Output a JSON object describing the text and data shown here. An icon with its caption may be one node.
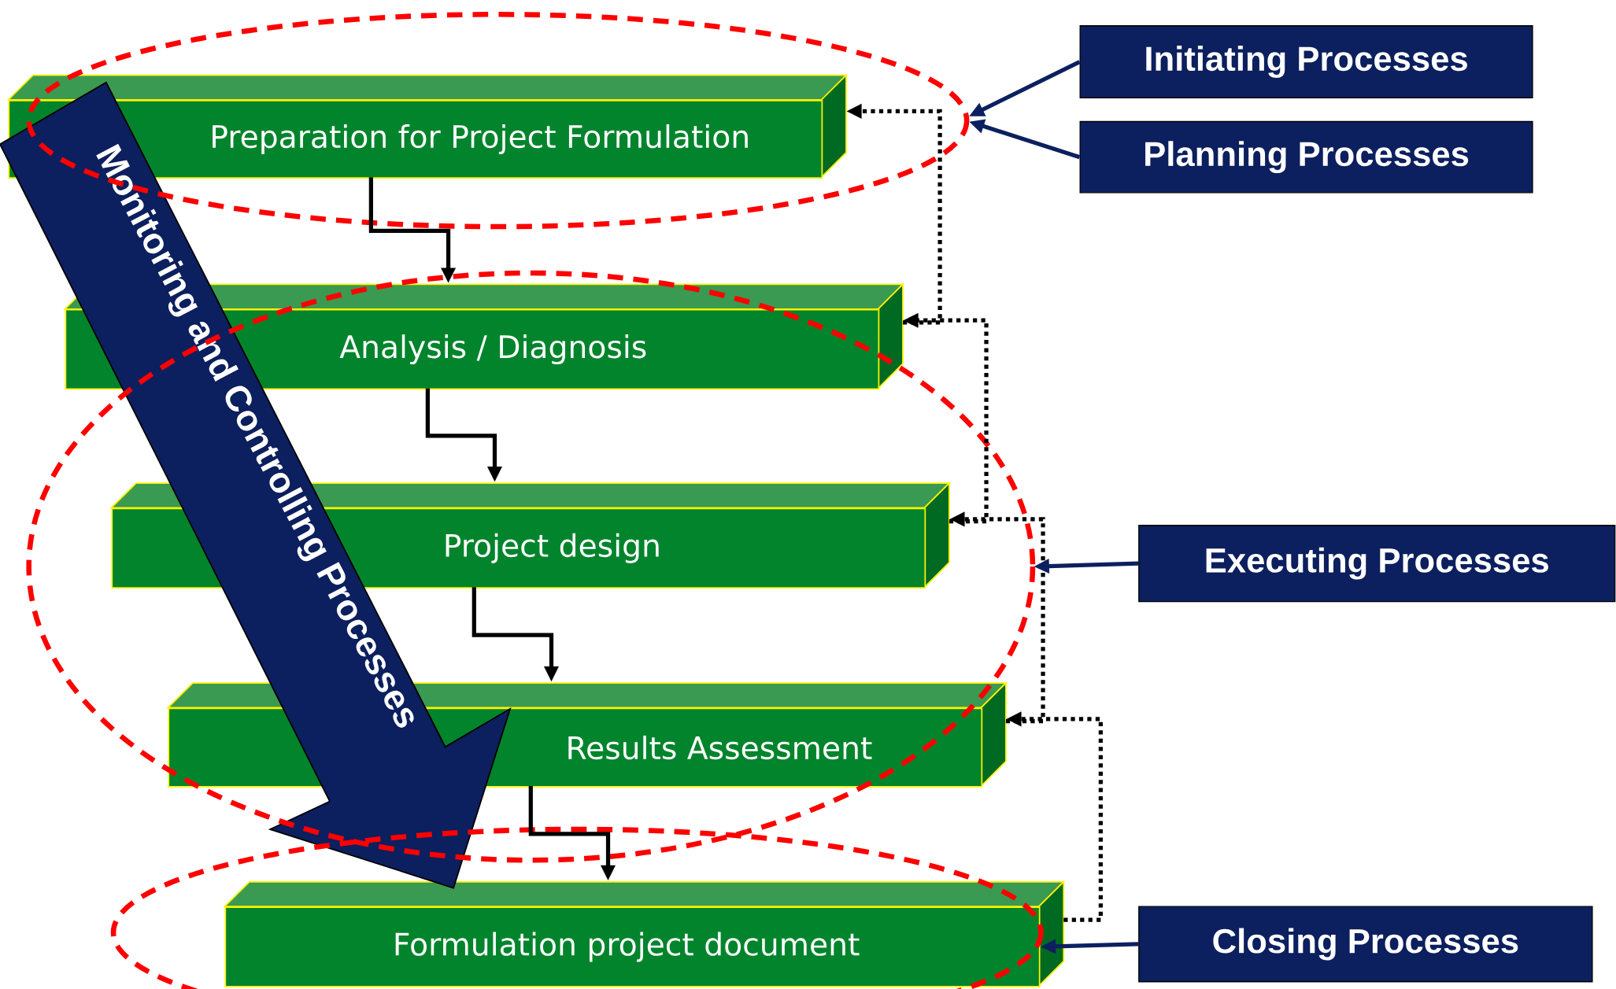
{
  "diagram": {
    "nodes": [
      {
        "text": [
          "Preparation for Project Formulation"
        ]
      },
      {
        "text": [
          "Analysis / Diagnosis"
        ]
      },
      {
        "text": [
          "Project design"
        ]
      },
      {
        "text": [
          "Results Assessment"
        ]
      },
      {
        "text": [
          "Formulation project document"
        ]
      },
      {
        "text": [
          "Monitoring and Controlling Processes"
        ]
      },
      {
        "text": [
          "Initiating Processes"
        ]
      },
      {
        "text": [
          "Planning Processes"
        ]
      },
      {
        "text": [
          "Executing Processes"
        ]
      },
      {
        "text": [
          "Closing Processes"
        ]
      }
    ],
    "edges": [
      {
        "from": 0,
        "to": 1,
        "arrow": "to"
      },
      {
        "from": 1,
        "to": 2,
        "arrow": "to"
      },
      {
        "from": 2,
        "to": 3,
        "arrow": "to"
      },
      {
        "from": 3,
        "to": 4,
        "arrow": "to"
      },
      {
        "from": 4,
        "to": 3,
        "arrow": "to",
        "style": "dashed"
      },
      {
        "from": 3,
        "to": 2,
        "arrow": "to",
        "style": "dashed"
      },
      {
        "from": 2,
        "to": 1,
        "arrow": "to",
        "style": "dashed"
      },
      {
        "from": 1,
        "to": 0,
        "arrow": "to",
        "style": "dashed"
      },
      {
        "from": 6,
        "to": null,
        "arrow": "to",
        "color": "#0c2060"
      },
      {
        "from": 7,
        "to": null,
        "arrow": "to",
        "color": "#0c2060"
      },
      {
        "from": 8,
        "to": null,
        "arrow": "to",
        "color": "#0c2060"
      },
      {
        "from": 9,
        "to": 4,
        "arrow": "to",
        "color": "#0c2060"
      }
    ]
  }
}
